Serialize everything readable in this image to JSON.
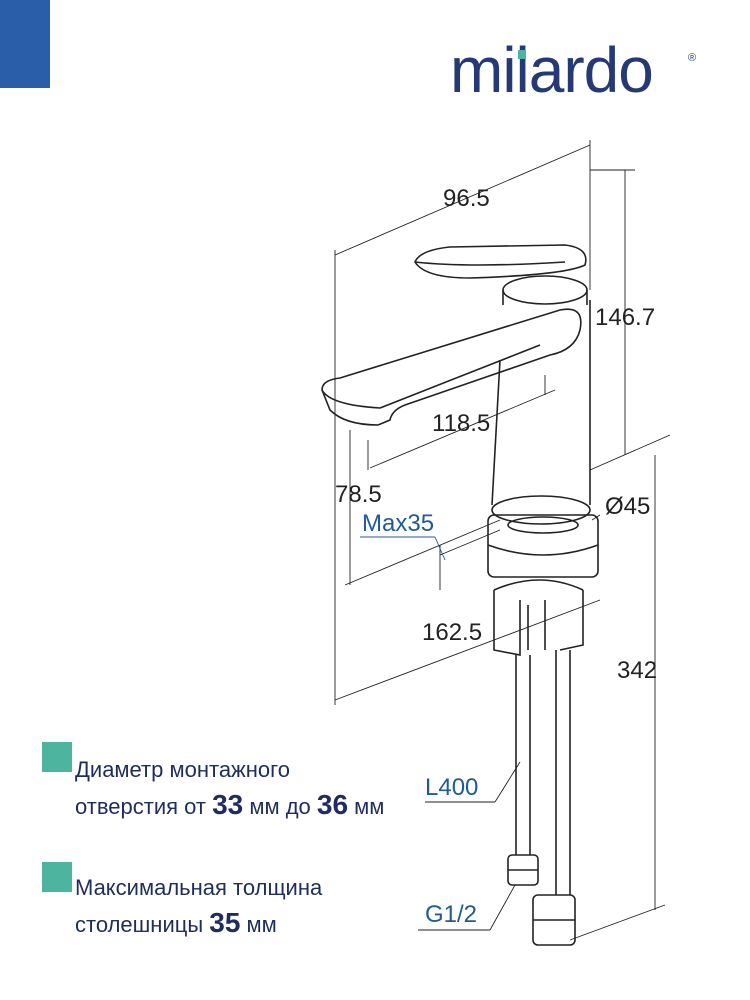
{
  "brand": {
    "logo_text": "milardo",
    "registered_mark": "®",
    "accent_color": "#2a5ea8",
    "logo_color": "#253a74",
    "bullet_color": "#4db59f"
  },
  "dimensions": {
    "width_total": "96.5",
    "height_spout_body": "146.7",
    "spout_reach": "118.5",
    "spout_height": "78.5",
    "max_thickness": "Max35",
    "diameter": "Ø45",
    "height_base": "162.5",
    "total_height": "342",
    "hose_length": "L400",
    "thread": "G1/2"
  },
  "notes": [
    {
      "line1": "Диаметр монтажного",
      "l2_a": "отверстия от ",
      "l2_b": "33",
      "l2_c": " мм до ",
      "l2_d": "36",
      "l2_e": " мм"
    },
    {
      "line1": "Максимальная толщина",
      "l2_a": "столешницы ",
      "l2_b": "35",
      "l2_c": " мм"
    }
  ]
}
